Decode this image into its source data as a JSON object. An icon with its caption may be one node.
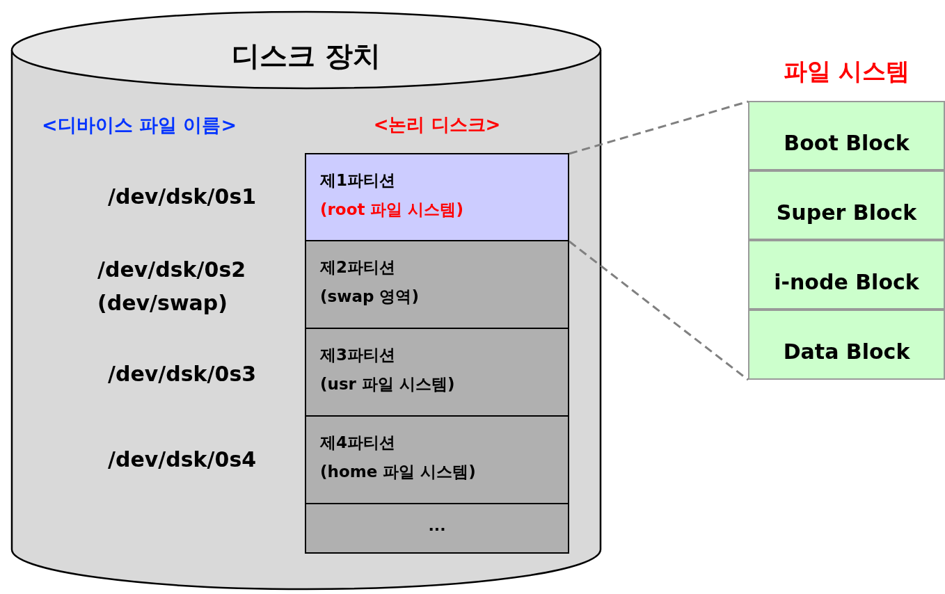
{
  "diagram": {
    "nodes": [
      {
        "text": [
          "디스크 장치"
        ]
      },
      {
        "text": [
          "<논리 디스크>"
        ],
        "in": 0
      },
      {
        "text": [
          "제1파티션",
          "(root 파일 시스템)"
        ],
        "in": 1
      },
      {
        "text": [
          "제2파티션",
          "(swap 영역)"
        ],
        "in": 1
      },
      {
        "text": [
          "제3파티션",
          "(usr 파일 시스템)"
        ],
        "in": 1
      },
      {
        "text": [
          "제4파티션",
          "(home 파일 시스템)"
        ],
        "in": 1
      },
      {
        "text": [
          "..."
        ],
        "in": 1
      },
      {
        "text": [
          "파일 시스템"
        ]
      },
      {
        "text": [
          "Boot Block"
        ],
        "in": 7
      },
      {
        "text": [
          "Super Block"
        ],
        "in": 7
      },
      {
        "text": [
          "i-node Block"
        ],
        "in": 7
      },
      {
        "text": [
          "Data Block"
        ],
        "in": 7
      }
    ],
    "edges": [
      {
        "from": 2,
        "to": 7,
        "arrow": "none",
        "style": "dashed"
      },
      {
        "from": 2,
        "to": 7,
        "arrow": "none",
        "style": "dashed"
      }
    ],
    "labels": [
      "<디바이스 파일 이름>",
      "/dev/dsk/0s1",
      "/dev/dsk/0s2",
      "(dev/swap)",
      "/dev/dsk/0s3",
      "/dev/dsk/0s4"
    ]
  }
}
